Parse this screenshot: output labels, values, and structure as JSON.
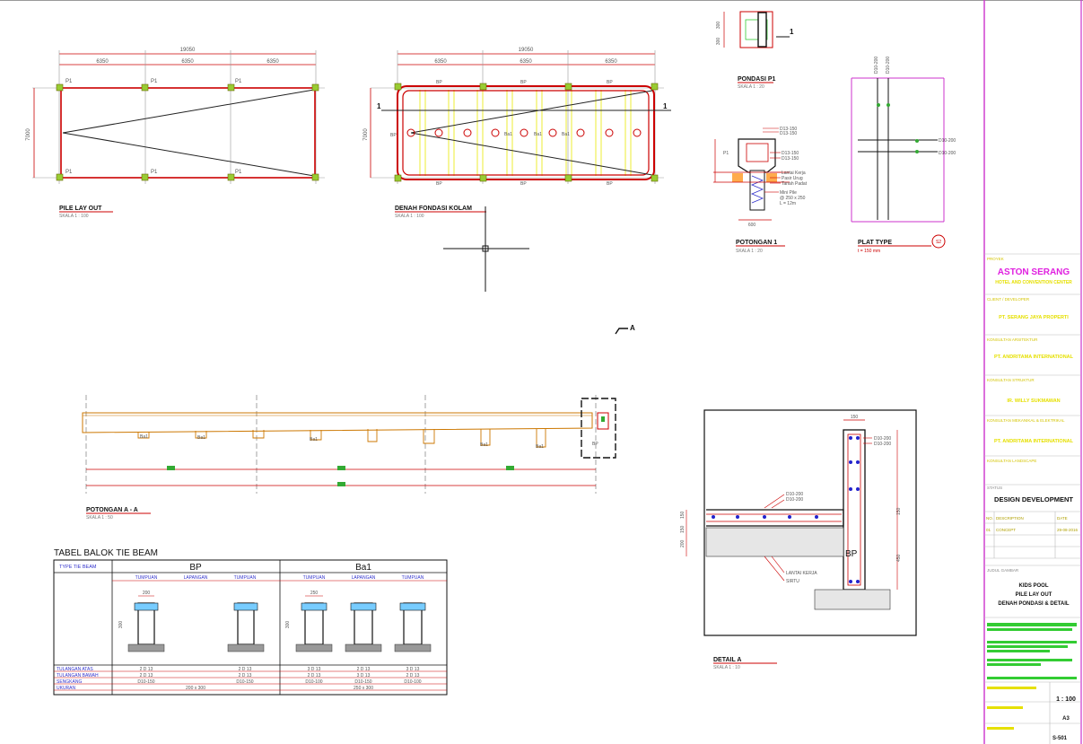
{
  "plans": {
    "pile_layout": {
      "title": "PILE LAY OUT",
      "scale": "SKALA    1 : 100",
      "total_dim": "19050",
      "spans": [
        "6350",
        "6350",
        "6350"
      ],
      "height_dim": "7000",
      "pile_tag": "P1"
    },
    "pool_foundation": {
      "title": "DENAH FONDASI KOLAM",
      "scale": "SKALA    1 : 100",
      "total_dim": "19050",
      "spans": [
        "6350",
        "6350",
        "6350"
      ],
      "height_dim": "7000",
      "beam_tag": "BP",
      "beam_tag2": "Ba1",
      "section_mark": "1"
    },
    "pondasi_p1": {
      "title": "PONDASI P1",
      "scale": "SKALA   1 : 20",
      "dims": [
        "300",
        "300"
      ],
      "section_mark": "1"
    },
    "potongan_1": {
      "title": "POTONGAN 1",
      "scale": "SKALA    1 : 20",
      "callouts": [
        "D13-150",
        "D13-150",
        "D13-150",
        "D13-150",
        "Lantai Kerja",
        "Pasir Urug",
        "Tanah Padat",
        "Mini Pile",
        "@ 250 x 250",
        "L = 12m"
      ],
      "left_tag": "P1",
      "bottom_dim": "600"
    },
    "plat_type": {
      "title": "PLAT TYPE",
      "tag": "S2",
      "sub": "t = 150 mm",
      "rebar_labels": [
        "D10-200",
        "D10-200",
        "D10-200",
        "D10-200"
      ]
    }
  },
  "section_aa": {
    "title": "POTONGAN  A - A",
    "scale": "SKALA    1 : 50",
    "beam_tag": "Ba1",
    "end_tag": "BP"
  },
  "section_marker": "A",
  "detail_a": {
    "title": "DETAIL A",
    "scale": "SKALA    1 : 10",
    "top_dim": "150",
    "beam_tag": "BP",
    "callouts": [
      "D10-200",
      "D10-200",
      "D10-200",
      "D10-200",
      "LANTAI KERJA",
      "SIRTU"
    ],
    "dims": [
      "150",
      "150",
      "450",
      "150",
      "200"
    ]
  },
  "tie_beam_table": {
    "title": "TABEL BALOK TIE BEAM",
    "type_label": "TYPE  TIE  BEAM",
    "groups": [
      {
        "name": "BP",
        "cols": [
          "TUMPUAN",
          "LAPANGAN",
          "TUMPUAN"
        ],
        "width_dim": "200",
        "height_dim": "300"
      },
      {
        "name": "Ba1",
        "cols": [
          "TUMPUAN",
          "LAPANGAN",
          "TUMPUAN"
        ],
        "width_dim": "250",
        "height_dim": "300"
      }
    ],
    "rows": [
      {
        "label": "TULANGAN ATAS",
        "cells": [
          "2 D 13",
          "",
          "2 D 13",
          "3 D 13",
          "2 D 13",
          "3 D 13"
        ]
      },
      {
        "label": "TULANGAN BAWAH",
        "cells": [
          "2 D 13",
          "",
          "2 D 13",
          "2 D 13",
          "3 D 13",
          "2 D 13"
        ]
      },
      {
        "label": "SENGKANG",
        "cells": [
          "D10-150",
          "",
          "D10-150",
          "D10-100",
          "D10-150",
          "D10-100"
        ]
      },
      {
        "label": "UKURAN",
        "cells": [
          "200 x 300",
          "250 x 300"
        ]
      }
    ]
  },
  "title_block": {
    "project_label": "PROYEK",
    "project_name": "ASTON SERANG",
    "project_sub": "HOTEL AND CONVENTION CENTER",
    "client_label": "CLIENT / DEVELOPER",
    "client_name": "PT. SERANG JAYA PROPERTI",
    "arch_label": "KONSULTAN ARSITEKTUR",
    "arch_name": "PT. ANDRITAMA INTERNATIONAL",
    "struct_label": "KONSULTAN STRUKTUR",
    "struct_name": "IR. WILLY SUKMAWAN",
    "mep_label": "KONSULTAN MEKANIKAL & ELEKTRIKAL",
    "mep_name": "PT. ANDRITAMA INTERNATIONAL",
    "landscape_label": "KONSULTAN LANDSCAPE",
    "status_label": "STATUS",
    "status": "DESIGN DEVELOPMENT",
    "rev_headers": [
      "NO.",
      "DESCRIPTION",
      "DATE"
    ],
    "rev_row": [
      "01",
      "CONCEPT",
      "29-08-2016"
    ],
    "drawing_label": "JUDUL GAMBAR",
    "drawing_title": [
      "KIDS POOL",
      "PILE LAY OUT",
      "DENAH PONDASI & DETAIL"
    ],
    "scale": "1 : 100",
    "size": "A3",
    "sheet_no": "S-501"
  }
}
